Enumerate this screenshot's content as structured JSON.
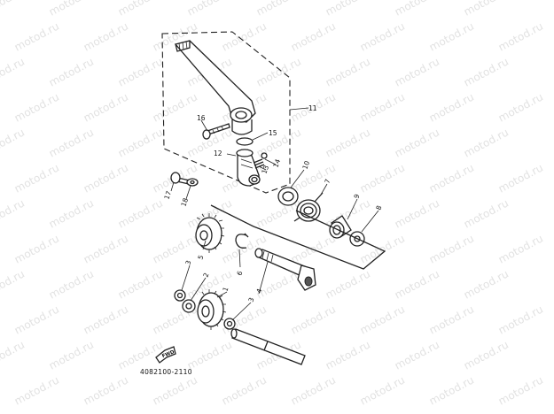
{
  "watermark": {
    "text": "motod.ru"
  },
  "diagram_code": "4082100-2110",
  "direction_marker": "FWD",
  "callouts": [
    {
      "id": "c1",
      "label": "1"
    },
    {
      "id": "c2",
      "label": "2"
    },
    {
      "id": "c3a",
      "label": "3"
    },
    {
      "id": "c3b",
      "label": "3"
    },
    {
      "id": "c4",
      "label": "4"
    },
    {
      "id": "c5",
      "label": "5"
    },
    {
      "id": "c6",
      "label": "6"
    },
    {
      "id": "c7",
      "label": "7"
    },
    {
      "id": "c8",
      "label": "8"
    },
    {
      "id": "c9",
      "label": "9"
    },
    {
      "id": "c10",
      "label": "10"
    },
    {
      "id": "c11",
      "label": "11"
    },
    {
      "id": "c12",
      "label": "12"
    },
    {
      "id": "c13",
      "label": "13"
    },
    {
      "id": "c14",
      "label": "14"
    },
    {
      "id": "c15",
      "label": "15"
    },
    {
      "id": "c16",
      "label": "16"
    },
    {
      "id": "c17",
      "label": "17"
    },
    {
      "id": "c18",
      "label": "18"
    }
  ]
}
